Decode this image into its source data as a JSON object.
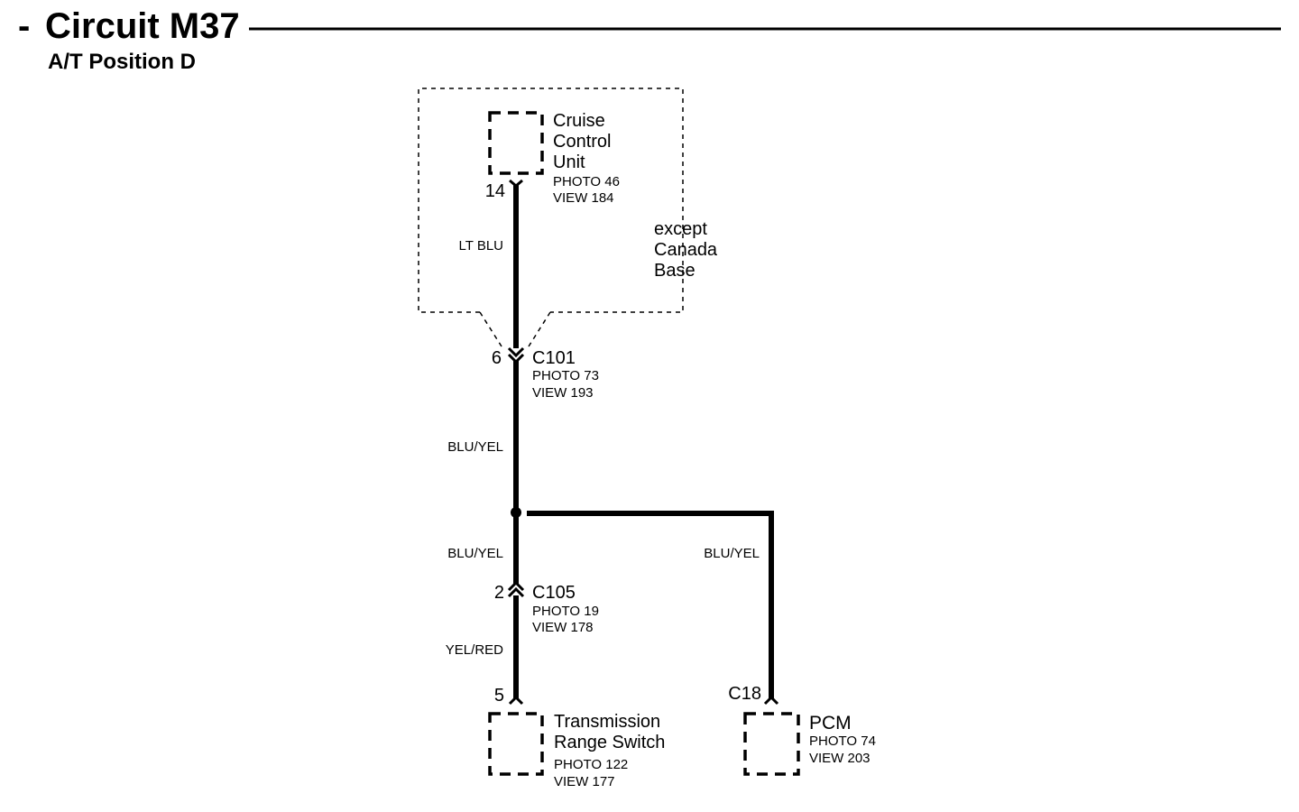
{
  "header": {
    "dash": "-",
    "title": "Circuit M37",
    "subtitle": "A/T Position D"
  },
  "components": {
    "cruise_control_unit": {
      "name_lines": [
        "Cruise",
        "Control",
        "Unit"
      ],
      "photo": "PHOTO 46",
      "view": "VIEW 184",
      "pin": "14"
    },
    "transmission_range_switch": {
      "name_lines": [
        "Transmission",
        "Range Switch"
      ],
      "photo": "PHOTO 122",
      "view": "VIEW 177",
      "pin": "5"
    },
    "pcm": {
      "name": "PCM",
      "photo": "PHOTO 74",
      "view": "VIEW 203",
      "pin": "C18"
    }
  },
  "connectors": {
    "c101": {
      "name": "C101",
      "photo": "PHOTO 73",
      "view": "VIEW 193",
      "pin": "6"
    },
    "c105": {
      "name": "C105",
      "photo": "PHOTO 19",
      "view": "VIEW 178",
      "pin": "2"
    }
  },
  "region_note": [
    "except",
    "Canada",
    "Base"
  ],
  "wires": {
    "cruise_to_c101": "LT BLU",
    "c101_to_splice": "BLU/YEL",
    "splice_to_c105": "BLU/YEL",
    "splice_to_pcm": "BLU/YEL",
    "c105_to_switch": "YEL/RED"
  }
}
